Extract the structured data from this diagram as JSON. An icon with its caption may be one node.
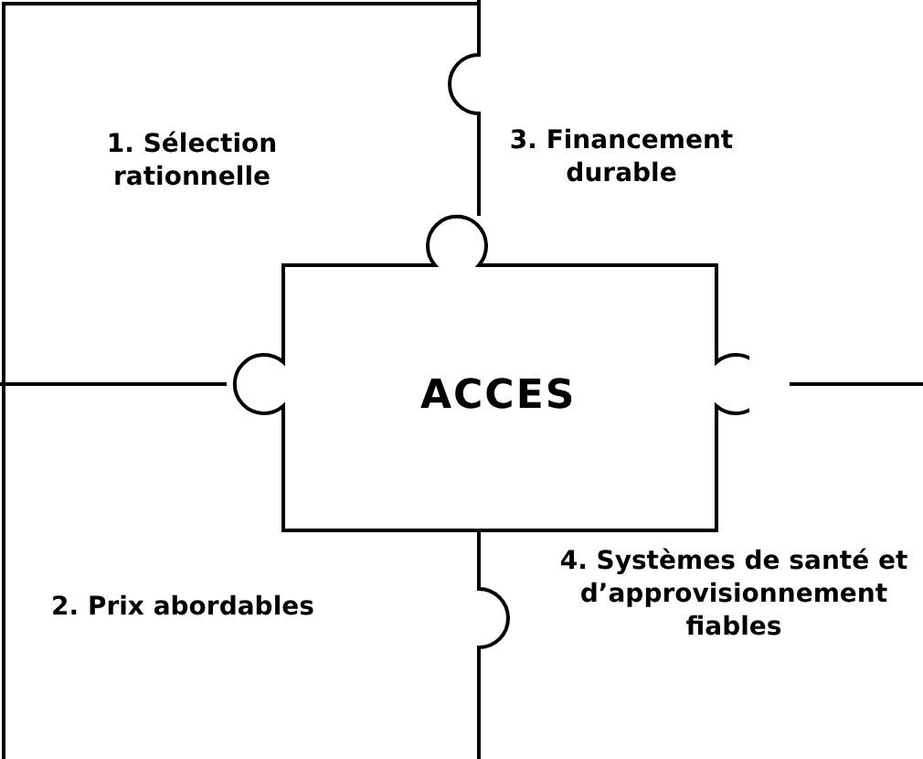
{
  "diagram": {
    "nodes": [
      {
        "text": [
          "1. Sélection rationnelle"
        ]
      },
      {
        "text": [
          "3. Financement durable"
        ]
      },
      {
        "text": [
          "ACCES"
        ]
      },
      {
        "text": [
          "2. Prix abordables"
        ]
      },
      {
        "text": [
          "4. Systèmes de santé et d’approvisionnement fiables"
        ]
      }
    ]
  }
}
